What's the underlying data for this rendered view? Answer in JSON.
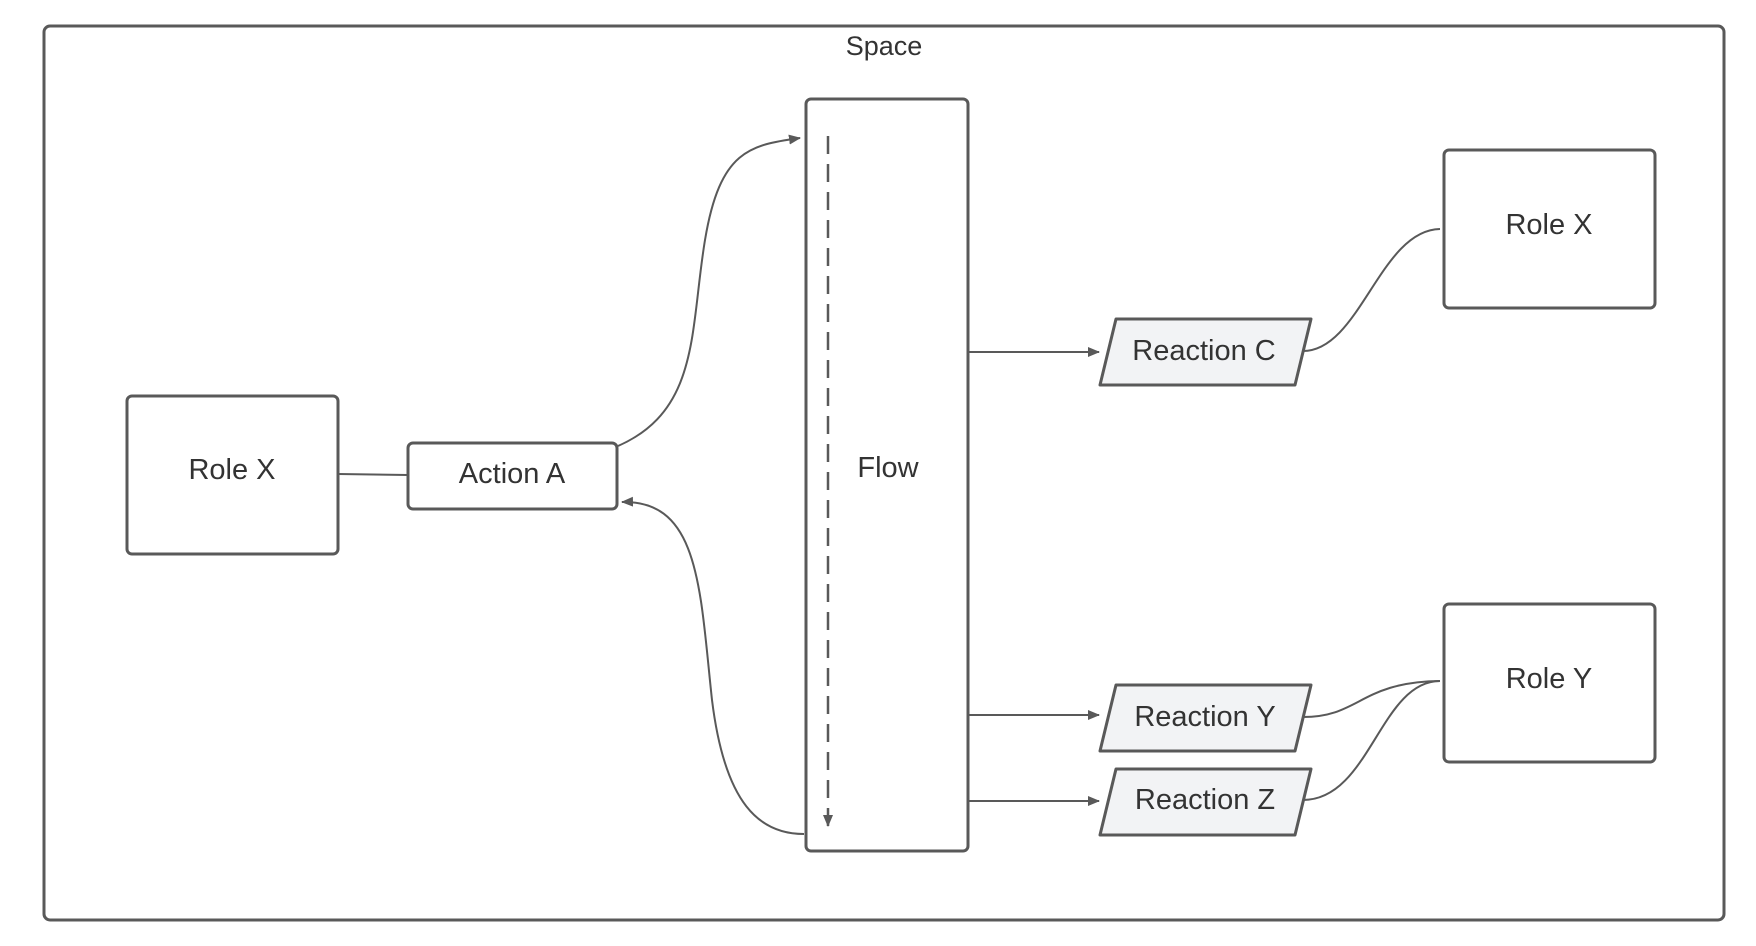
{
  "container": {
    "title": "Space"
  },
  "nodes": {
    "role_x_left": "Role X",
    "action_a": "Action A",
    "flow": "Flow",
    "reaction_c": "Reaction C",
    "reaction_y": "Reaction Y",
    "reaction_z": "Reaction Z",
    "role_x_right": "Role X",
    "role_y": "Role Y"
  },
  "colors": {
    "stroke": "#595959",
    "text": "#333333",
    "parallelogram_fill": "#f2f3f5",
    "background": "#ffffff"
  }
}
